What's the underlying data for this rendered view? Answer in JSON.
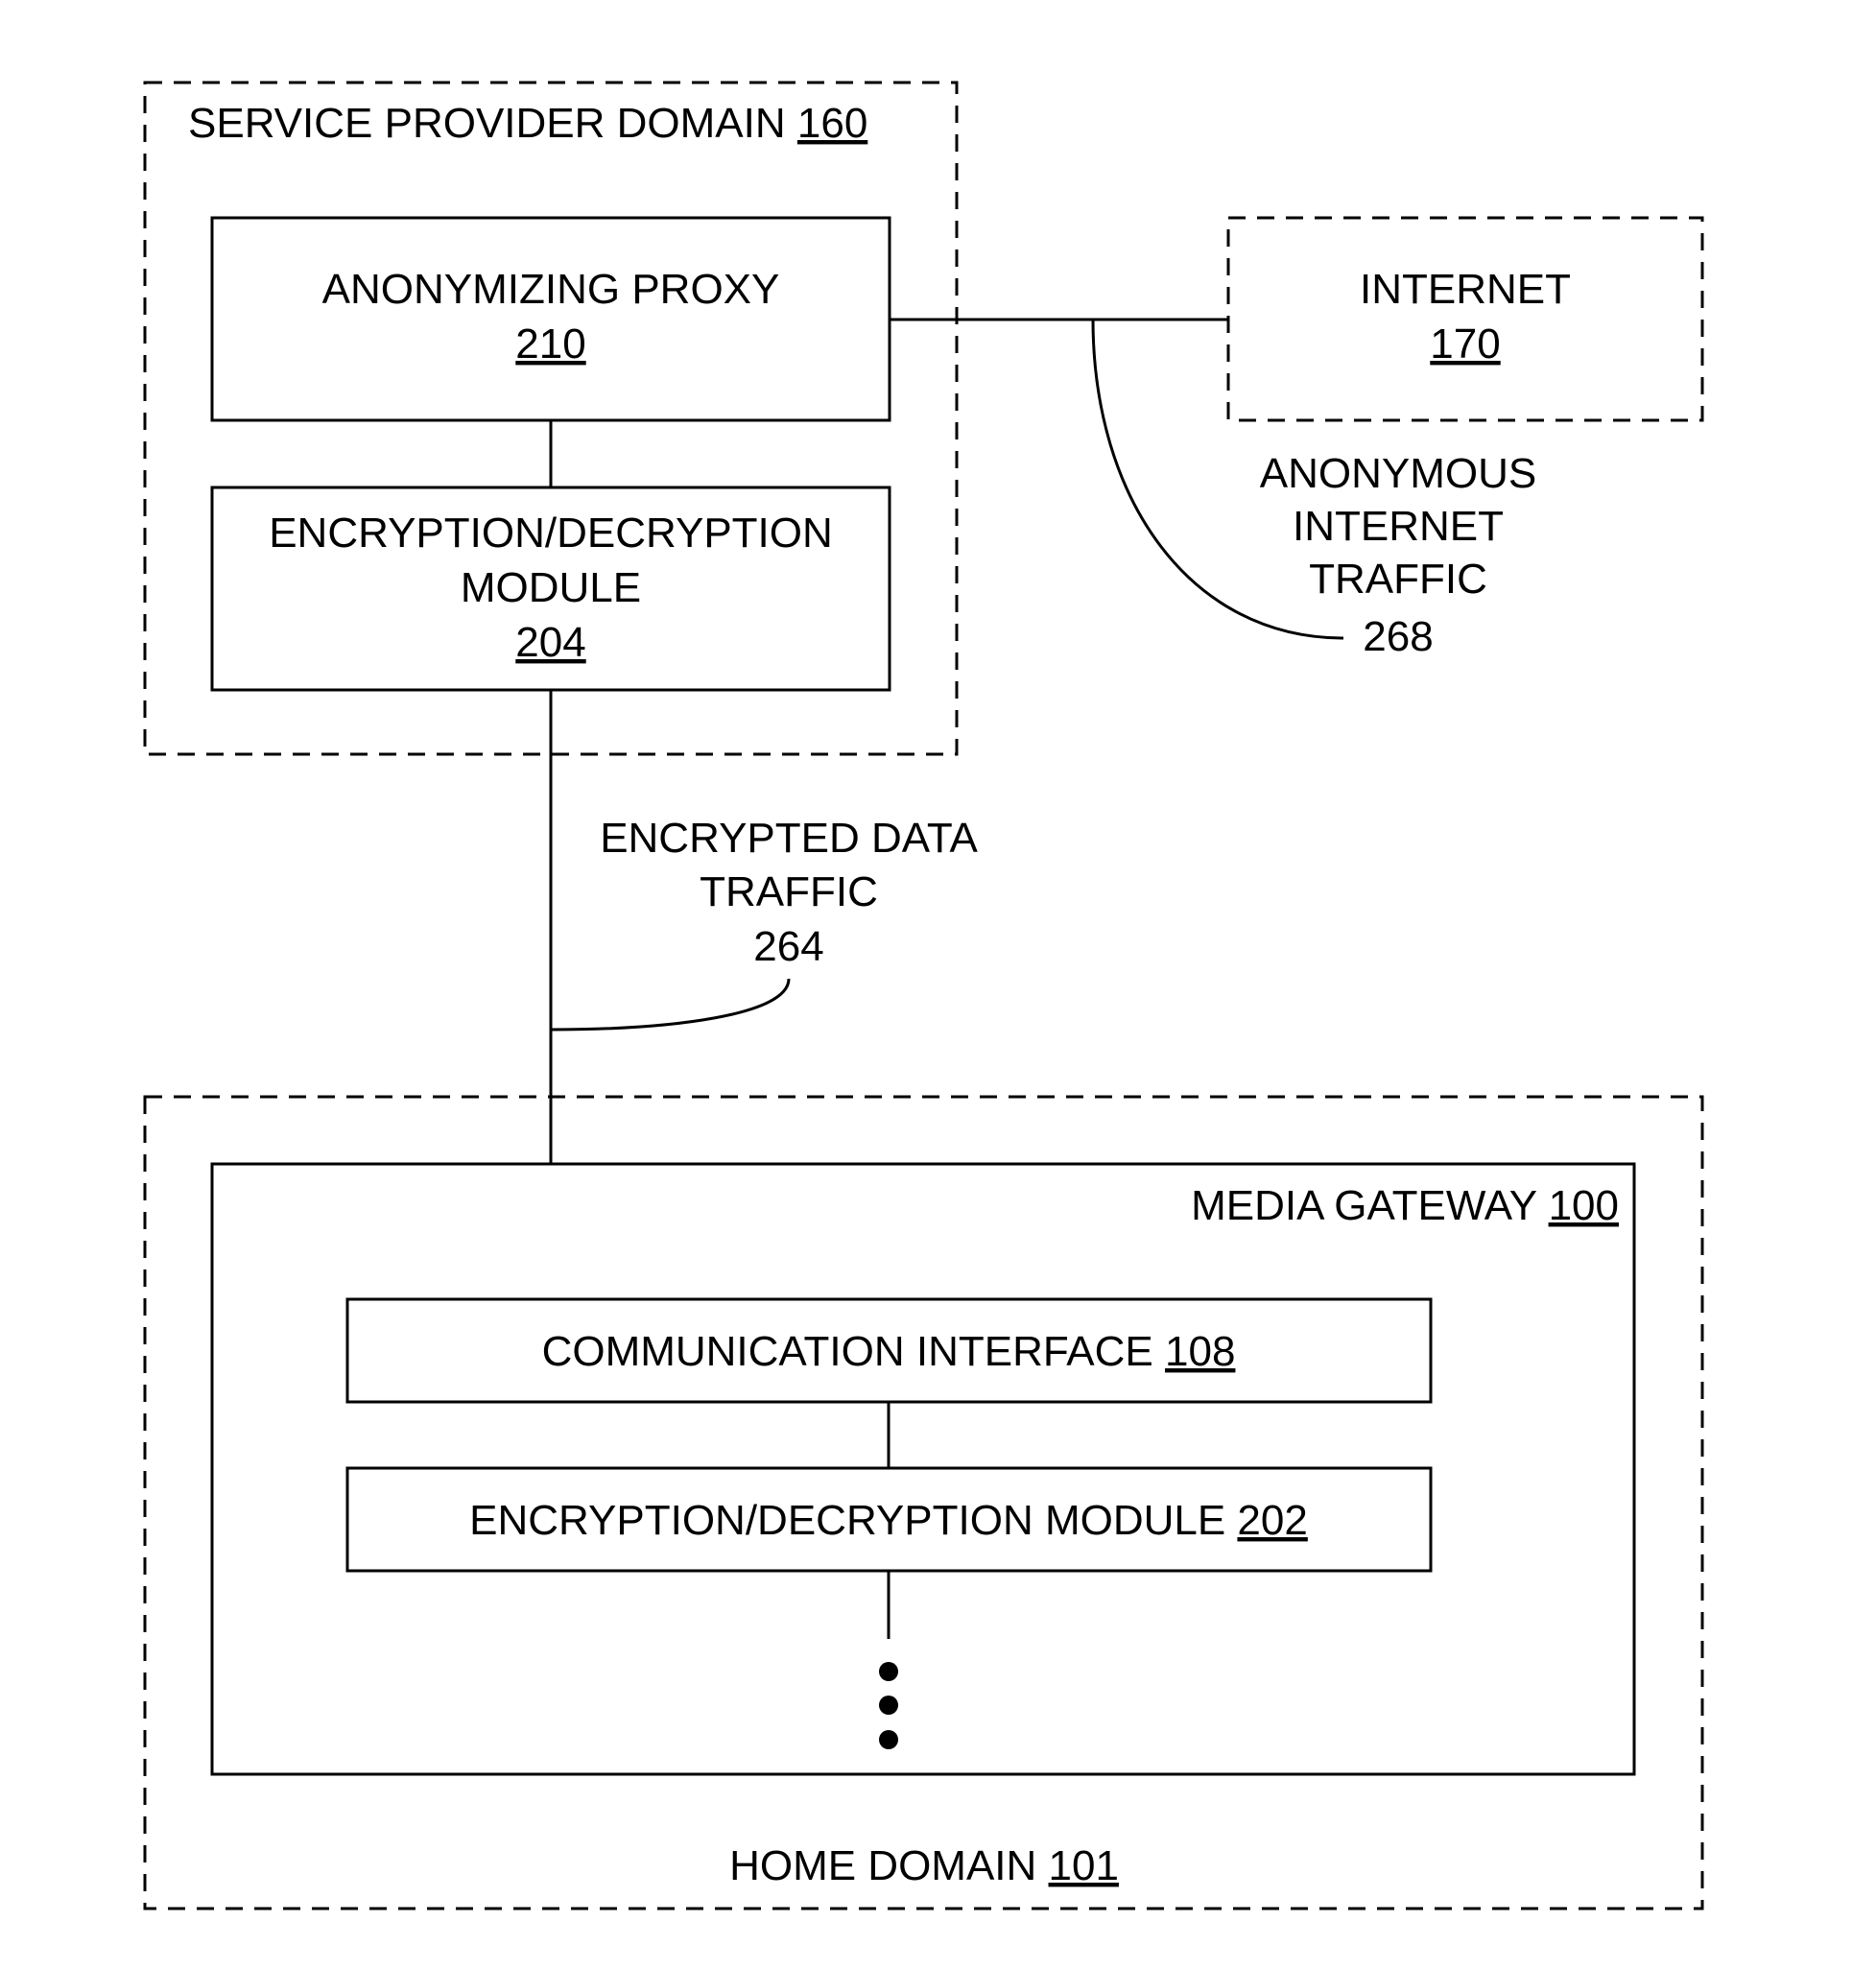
{
  "domains": {
    "service_provider": {
      "label": "SERVICE PROVIDER DOMAIN ",
      "ref": "160"
    },
    "internet": {
      "label": "INTERNET",
      "ref": "170"
    },
    "home": {
      "label": "HOME DOMAIN ",
      "ref": "101"
    }
  },
  "blocks": {
    "anonymizing_proxy": {
      "label": "ANONYMIZING PROXY",
      "ref": "210"
    },
    "sp_crypto": {
      "line1": "ENCRYPTION/DECRYPTION",
      "line2": "MODULE",
      "ref": "204"
    },
    "media_gateway": {
      "label": "MEDIA GATEWAY ",
      "ref": "100"
    },
    "comm_interface": {
      "label": "COMMUNICATION INTERFACE ",
      "ref": "108"
    },
    "home_crypto": {
      "label": "ENCRYPTION/DECRYPTION MODULE ",
      "ref": "202"
    }
  },
  "links": {
    "anonymous_traffic": {
      "line1": "ANONYMOUS",
      "line2": "INTERNET",
      "line3": "TRAFFIC",
      "ref": "268"
    },
    "encrypted_traffic": {
      "line1": "ENCRYPTED DATA",
      "line2": "TRAFFIC",
      "ref": "264"
    }
  }
}
